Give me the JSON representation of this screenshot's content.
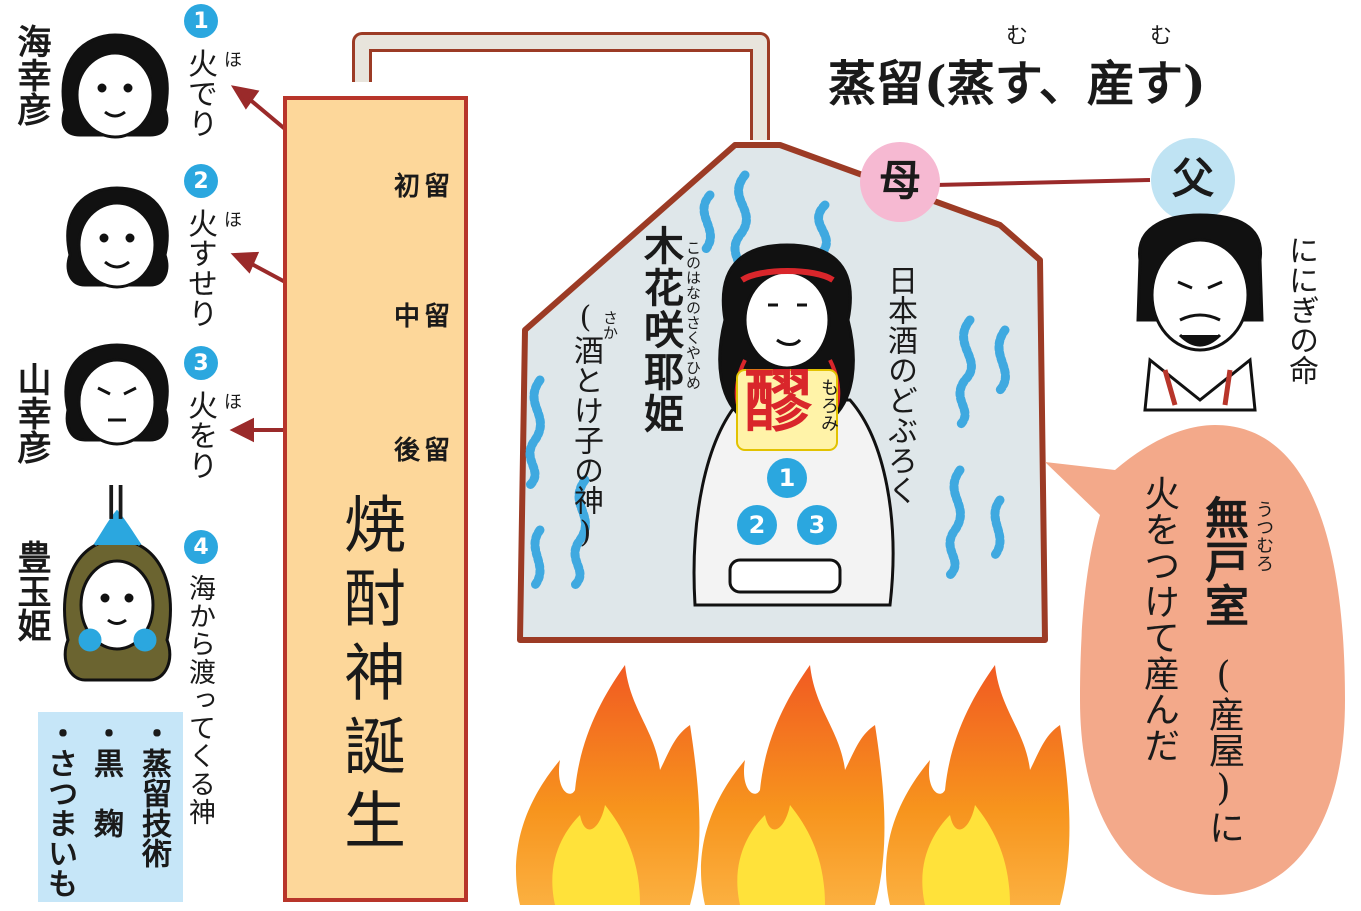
{
  "title": {
    "main_a": "蒸",
    "main_b": "留(",
    "main_c": "蒸",
    "main_d": "す、",
    "main_e": "産",
    "main_f": "す)",
    "ruby1": "む",
    "ruby2": "む"
  },
  "left_gods": {
    "umisachi": "海幸彦",
    "yamasachi": "山幸彦",
    "equals": "||",
    "toyotama": "豊玉姫"
  },
  "children": [
    {
      "num": "1",
      "kanji": "火",
      "ruby": "ほ",
      "rest": "でり"
    },
    {
      "num": "2",
      "kanji": "火",
      "ruby": "ほ",
      "rest": "すせり"
    },
    {
      "num": "3",
      "kanji": "火",
      "ruby": "ほ",
      "rest": "をり"
    }
  ],
  "item4": {
    "num": "4",
    "text": "海から渡ってくる神"
  },
  "blue_box": {
    "col1": "・蒸留技術",
    "col2": "・黒　麹",
    "col3": "・さつまいも"
  },
  "distillate": {
    "first": "初留",
    "middle": "中留",
    "last": "後留"
  },
  "shochu_birth": "焼酎神誕生",
  "mother_label": "母",
  "father_label": "父",
  "ninigi": "ににぎの命",
  "konohana": {
    "name": "木花咲耶姫",
    "ruby": "このはなのさくやひめ",
    "sub": "(酒とけ子の神)",
    "sub_ruby": "さか"
  },
  "nihonshu": "日本酒のどぶろく",
  "moromi": {
    "kanji": "醪",
    "ruby": "もろみ"
  },
  "belly_nums": [
    "1",
    "2",
    "3"
  ],
  "speech": {
    "line1": "無戸室",
    "line1_ruby": "うつむろ",
    "line2": "(産屋)に",
    "line3": "火をつけて産んだ"
  },
  "colors": {
    "accent_blue": "#2ba7df",
    "panel_orange": "#fdd79a",
    "panel_border": "#b8352a",
    "pot_fill": "#dfe7ea",
    "pot_border": "#9c3b25",
    "mother_pink": "#f6b9d2",
    "father_blue": "#bfe3f3",
    "speech_bg": "#f3a98a",
    "flame_orange": "#f6831f",
    "flame_yellow": "#ffe23a",
    "box_blue": "#c6e6f8"
  }
}
